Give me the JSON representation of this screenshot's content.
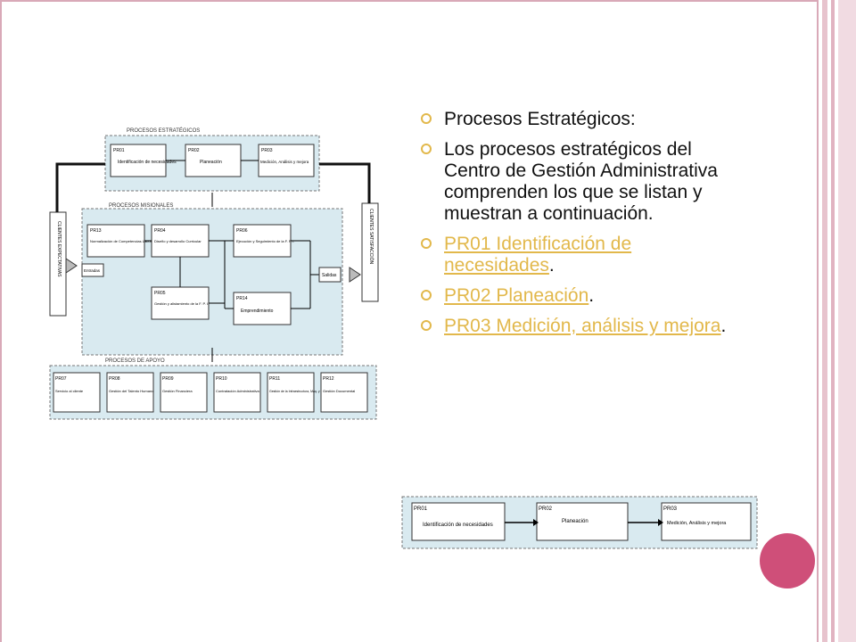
{
  "bullets": {
    "title": "Procesos Estratégicos:",
    "description": "Los procesos estratégicos del Centro de Gestión Administrativa comprenden los que se listan y muestran a continuación.",
    "links": [
      {
        "label": "PR01 Identificación de necesidades",
        "suffix": "."
      },
      {
        "label": "PR02 Planeación",
        "suffix": "."
      },
      {
        "label": "PR03 Medición, análisis y mejora",
        "suffix": "."
      }
    ]
  },
  "diagram": {
    "section_estrategicos": "PROCESOS ESTRATÉGICOS",
    "section_misionales": "PROCESOS MISIONALES",
    "section_apoyo": "PROCESOS DE APOYO",
    "left_label": "CLIENTES EXPECTATIVAS",
    "right_label": "CLIENTES SATISFACCIÓN",
    "entradas": "Entradas",
    "salidas": "Salidas",
    "estrategicos": [
      {
        "code": "PR01",
        "name": "Identificación de necesidades"
      },
      {
        "code": "PR02",
        "name": "Planeación"
      },
      {
        "code": "PR03",
        "name": "Medición, Análisis y mejora"
      }
    ],
    "misionales": [
      {
        "code": "PR13",
        "name": "Normalización de Competencias Laborales"
      },
      {
        "code": "PR04",
        "name": "Diseño y desarrollo Curricular"
      },
      {
        "code": "PR05",
        "name": "Gestión y alistamiento de la F. P. I."
      },
      {
        "code": "PR06",
        "name": "Ejecución y Seguimiento de la F. P. I."
      },
      {
        "code": "PR14",
        "name": "Emprendimiento"
      }
    ],
    "apoyo": [
      {
        "code": "PR07",
        "name": "Servicio al cliente"
      },
      {
        "code": "PR08",
        "name": "Gestión del Talento Humano"
      },
      {
        "code": "PR09",
        "name": "Gestión Financiera"
      },
      {
        "code": "PR10",
        "name": "Contratación Administrativa"
      },
      {
        "code": "PR11",
        "name": "Gestión de la Infraestructura, Maq. y equipos"
      },
      {
        "code": "PR12",
        "name": "Gestión Documental"
      }
    ]
  },
  "strip": {
    "boxes": [
      {
        "code": "PR01",
        "name": "Identificación de necesidades"
      },
      {
        "code": "PR02",
        "name": "Planeación"
      },
      {
        "code": "PR03",
        "name": "Medición, Análisis y mejora"
      }
    ]
  },
  "colors": {
    "accent": "#cf4f79",
    "link": "#e2b84b",
    "border": "#d9a9b8"
  }
}
